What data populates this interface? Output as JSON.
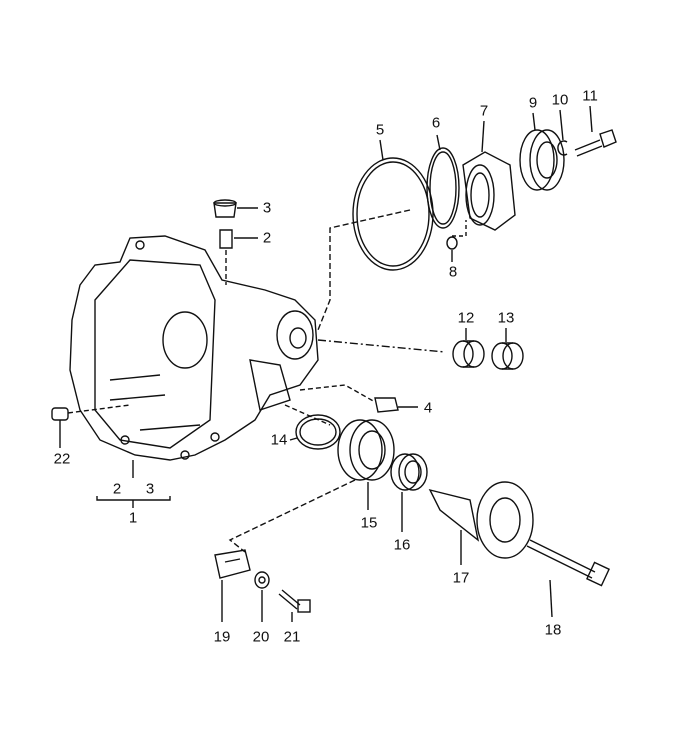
{
  "diagram": {
    "callouts": [
      "1",
      "2",
      "3",
      "4",
      "5",
      "6",
      "7",
      "8",
      "9",
      "10",
      "11",
      "12",
      "13",
      "14",
      "15",
      "16",
      "17",
      "18",
      "19",
      "20",
      "21",
      "22"
    ],
    "group_labels": {
      "sub2": "2",
      "sub3": "3"
    }
  }
}
